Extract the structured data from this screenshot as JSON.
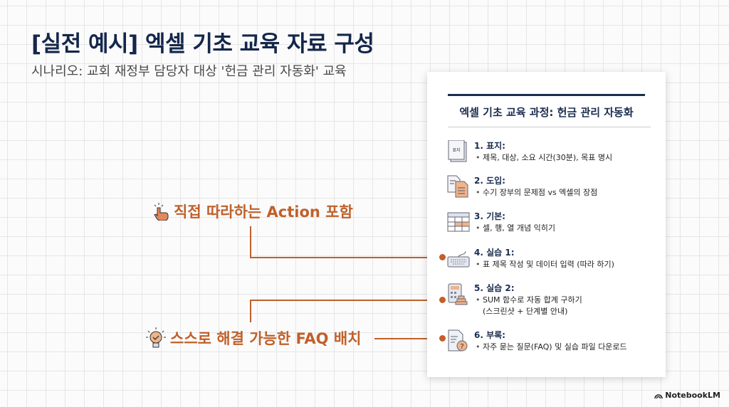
{
  "header": {
    "title": "[실전 예시] 엑셀 기초 교육 자료 구성",
    "subtitle": "시나리오: 교회 재정부 담당자 대상 '헌금 관리 자동화' 교육"
  },
  "callouts": [
    {
      "label": "직접 따라하는 Action 포함",
      "icon": "pointing-hand-icon"
    },
    {
      "label": "스스로 해결 가능한 FAQ 배치",
      "icon": "lightbulb-icon"
    }
  ],
  "card": {
    "title": "엑셀 기초 교육 과정: 헌금 관리 자동화",
    "items": [
      {
        "heading": "1. 표지:",
        "bullet": "제목, 대상, 소요 시간(30분), 목표 명시",
        "icon": "cover-document-icon",
        "icon_text": "표지"
      },
      {
        "heading": "2. 도입:",
        "bullet": "수기 장부의 문제점 vs 엑셀의 장점",
        "icon": "documents-compare-icon"
      },
      {
        "heading": "3. 기본:",
        "bullet": "셀, 행, 열 개념 익히기",
        "icon": "spreadsheet-grid-icon"
      },
      {
        "heading": "4. 실습 1:",
        "bullet": "표 제목 작성 및 데이터 입력 (따라 하기)",
        "icon": "keyboard-icon"
      },
      {
        "heading": "5. 실습 2:",
        "bullet": "SUM 함수로 자동 합계 구하기",
        "bullet2": "(스크린샷 + 단계별 안내)",
        "icon": "calculator-stack-icon"
      },
      {
        "heading": "6. 부록:",
        "bullet": "자주 묻는 질문(FAQ) 및 실습 파일 다운로드",
        "icon": "faq-document-icon"
      }
    ]
  },
  "branding": {
    "logo": "NotebookLM"
  },
  "colors": {
    "accent": "#c0602a",
    "navy": "#1b2d4f"
  }
}
